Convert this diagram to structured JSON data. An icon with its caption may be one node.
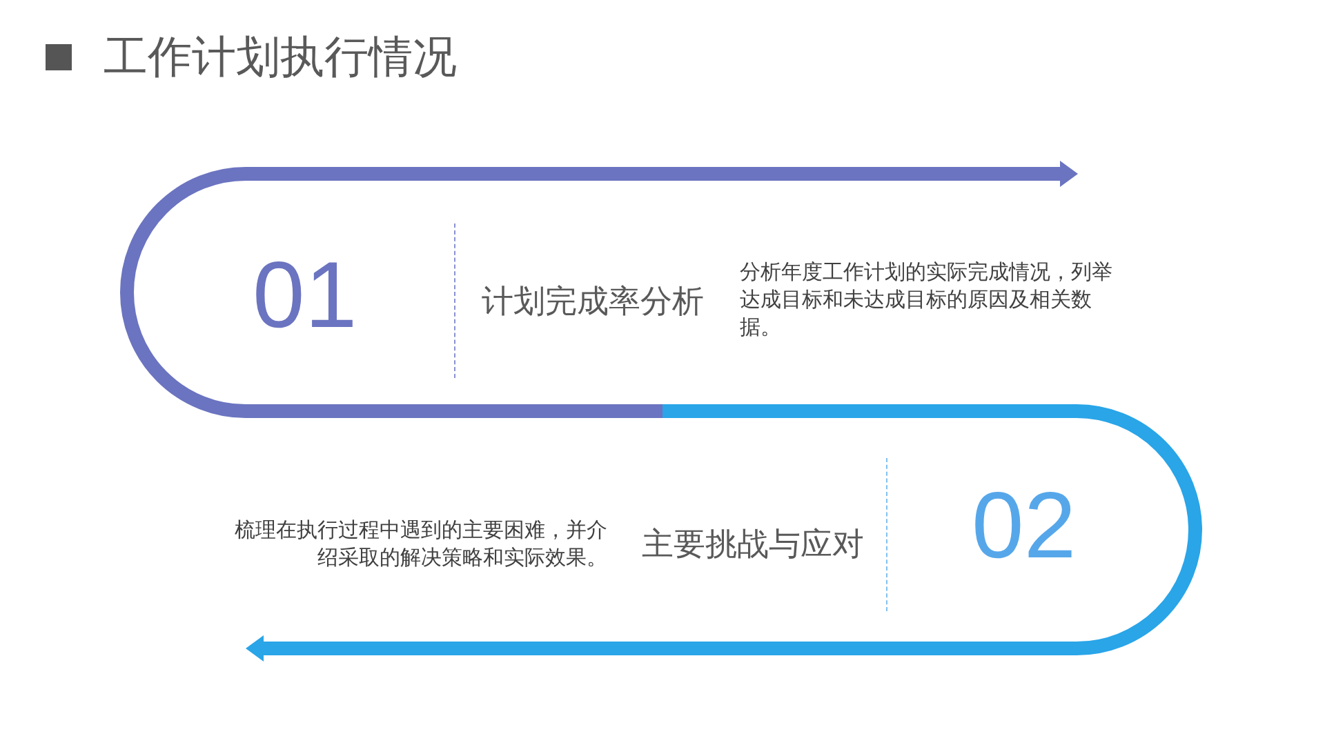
{
  "diagram": {
    "title": "工作计划执行情况",
    "labels": [
      "01",
      "计划完成率分析",
      "分析年度工作计划的实际完成情况，列举达成目标和未达成目标的原因及相关数据。",
      "梳理在执行过程中遇到的主要困难，并介绍采取的解决策略和实际效果。",
      "主要挑战与应对",
      "02"
    ]
  }
}
